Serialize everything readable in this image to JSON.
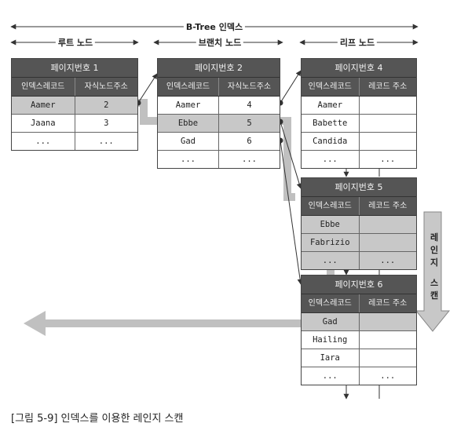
{
  "title": "B-Tree 인덱스",
  "sections": {
    "root": "루트 노드",
    "branch": "브랜치 노드",
    "leaf": "리프 노드"
  },
  "caption": "[그림 5-9] 인덱스를 이용한 레인지 스캔",
  "scan_label": [
    "레",
    "인",
    "지",
    "스",
    "캔"
  ],
  "nodes": {
    "root": {
      "title": "페이지번호 1",
      "col1": "인덱스레코드",
      "col2": "자식노드주소",
      "rows": [
        {
          "key": "Aamer",
          "val": "2"
        },
        {
          "key": "Jaana",
          "val": "3"
        },
        {
          "key": "...",
          "val": "..."
        }
      ]
    },
    "branch": {
      "title": "페이지번호 2",
      "col1": "인덱스레코드",
      "col2": "자식노드주소",
      "rows": [
        {
          "key": "Aamer",
          "val": "4"
        },
        {
          "key": "Ebbe",
          "val": "5"
        },
        {
          "key": "Gad",
          "val": "6"
        },
        {
          "key": "...",
          "val": "..."
        }
      ]
    },
    "leaf4": {
      "title": "페이지번호 4",
      "col1": "인덱스레코드",
      "col2": "레코드 주소",
      "rows": [
        {
          "key": "Aamer",
          "val": ""
        },
        {
          "key": "Babette",
          "val": ""
        },
        {
          "key": "Candida",
          "val": ""
        },
        {
          "key": "...",
          "val": "..."
        }
      ]
    },
    "leaf5": {
      "title": "페이지번호 5",
      "col1": "인덱스레코드",
      "col2": "레코드 주소",
      "rows": [
        {
          "key": "Ebbe",
          "val": ""
        },
        {
          "key": "Fabrizio",
          "val": ""
        },
        {
          "key": "...",
          "val": "..."
        }
      ]
    },
    "leaf6": {
      "title": "페이지번호 6",
      "col1": "인덱스레코드",
      "col2": "레코드 주소",
      "rows": [
        {
          "key": "Gad",
          "val": ""
        },
        {
          "key": "Hailing",
          "val": ""
        },
        {
          "key": "Iara",
          "val": ""
        },
        {
          "key": "...",
          "val": "..."
        }
      ]
    }
  },
  "colors": {
    "header": "#555555",
    "path": "#c0c0c0",
    "highlight": "#c8c8c8",
    "line": "#333333"
  }
}
